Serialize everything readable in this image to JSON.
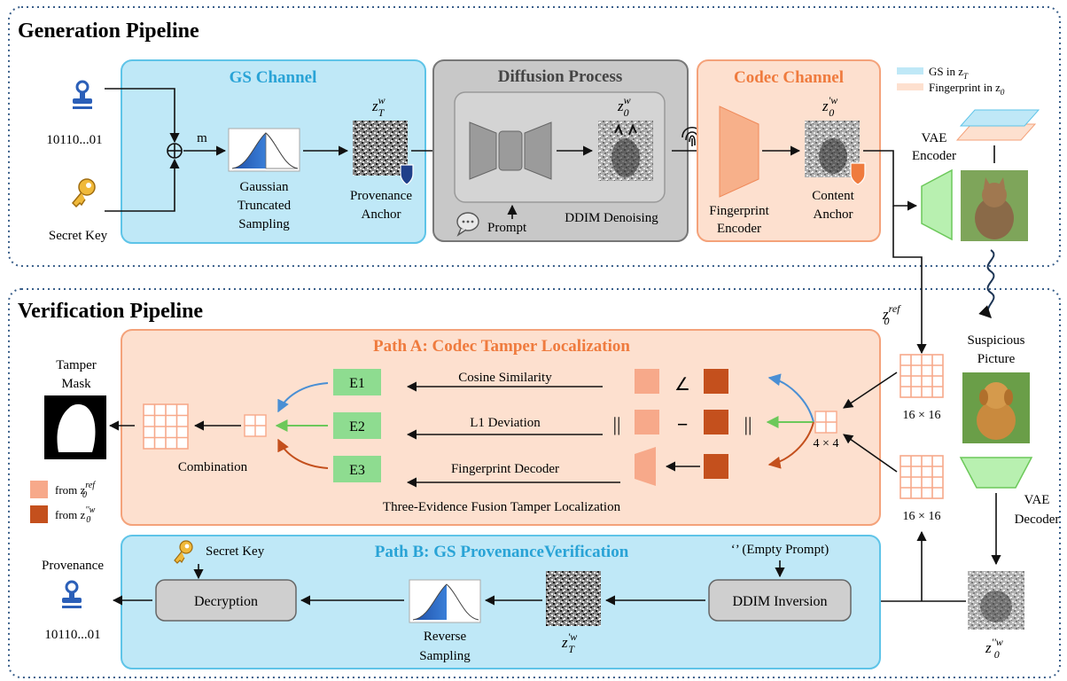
{
  "generation": {
    "section_title": "Generation Pipeline",
    "bitstring": "10110...01",
    "secret_key": "Secret Key",
    "m_label": "m",
    "gs_channel": {
      "title": "GS Channel",
      "sampling_label": [
        "Gaussian",
        "Truncated",
        "Sampling"
      ],
      "anchor_label": [
        "Provenance",
        "Anchor"
      ],
      "latent_main": "z",
      "latent_sup": "w",
      "latent_sub": "T"
    },
    "diffusion": {
      "title": "Diffusion Process",
      "latent_main": "z",
      "latent_sup": "w",
      "latent_sub": "0",
      "prompt": "Prompt",
      "ddim": "DDIM Denoising"
    },
    "codec_channel": {
      "title": "Codec Channel",
      "encoder_label": [
        "Fingerprint",
        "Encoder"
      ],
      "anchor_label": [
        "Content",
        "Anchor"
      ],
      "latent_main": "z",
      "latent_sup": "'w",
      "latent_sub": "0"
    },
    "legend": {
      "gs_text": "GS in z",
      "gs_sub": "T",
      "fp_text": "Fingerprint in z",
      "fp_sub": "0"
    },
    "vae_encoder": [
      "VAE",
      "Encoder"
    ]
  },
  "verification": {
    "section_title": "Verification Pipeline",
    "zref_main": "z",
    "zref_sup": "ref",
    "zref_sub": "0",
    "suspicious": [
      "Suspicious",
      "Picture"
    ],
    "grid_label_top": "16 × 16",
    "grid_label_bottom": "16 × 16",
    "vae_decoder": [
      "VAE",
      "Decoder"
    ],
    "zpp_main": "z",
    "zpp_sup": "''w",
    "zpp_sub": "0",
    "path_a": {
      "title": "Path A: Codec Tamper Localization",
      "e1": "E1",
      "e2": "E2",
      "e3": "E3",
      "cosine": "Cosine Similarity",
      "l1": "L1 Deviation",
      "decoder": "Fingerprint Decoder",
      "fusion": "Three-Evidence Fusion Tamper Localization",
      "combination": "Combination",
      "small_grid": "4 × 4",
      "angle": "∠",
      "bars": "||",
      "minus": "−"
    },
    "tamper_mask": [
      "Tamper",
      "Mask"
    ],
    "legend": {
      "from_ref": "from z",
      "from_ref_sup": "ref",
      "from_ref_sub": "0",
      "from_w": "from z",
      "from_w_sup": "''w",
      "from_w_sub": "0"
    },
    "path_b": {
      "title": "Path B: GS ProvenanceVerification",
      "secret_key": "Secret Key",
      "decryption": "Decryption",
      "reverse": [
        "Reverse",
        "Sampling"
      ],
      "latent_main": "z",
      "latent_sup": "'w",
      "latent_sub": "T",
      "empty_prompt": "‘’ (Empty Prompt)",
      "ddim_inv": "DDIM Inversion"
    },
    "provenance": "Provenance",
    "bitstring": "10110...01"
  },
  "colors": {
    "gs_fill": "#bfe8f7",
    "gs_stroke": "#5ec4e8",
    "gs_title": "#29a3d6",
    "codec_fill": "#fde0cf",
    "codec_stroke": "#f4a27a",
    "codec_title": "#ef7b3e",
    "diffusion_fill": "#c8c8c8",
    "grid_light": "#f7a98a",
    "grid_dark": "#c4501d",
    "e_box": "#8edc90",
    "icon_blue": "#2b5fb8",
    "icon_key": "#f0b93a"
  }
}
